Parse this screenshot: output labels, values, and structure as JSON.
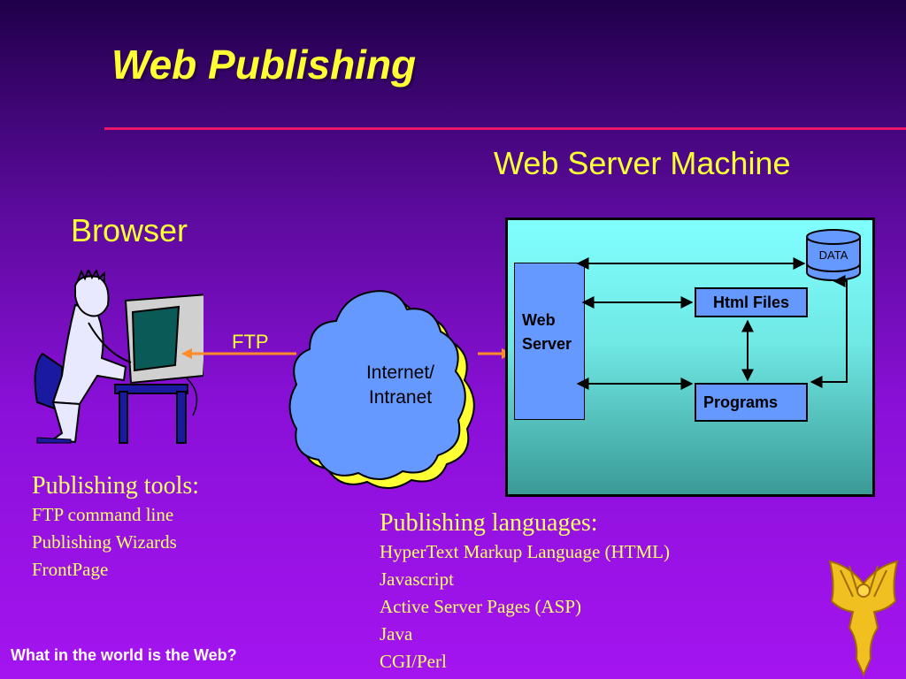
{
  "slide": {
    "title": "Web Publishing",
    "footer": "What in the world is the Web?"
  },
  "diagram": {
    "browser_label": "Browser",
    "server_machine_label": "Web Server Machine",
    "link_label": "FTP",
    "cloud_line1": "Internet/",
    "cloud_line2": "Intranet",
    "web_server_line1": "Web",
    "web_server_line2": "Server",
    "data_label": "DATA",
    "html_files_label": "Html Files",
    "programs_label": "Programs"
  },
  "tools": {
    "heading": "Publishing tools:",
    "items": [
      "FTP command line",
      "Publishing Wizards",
      "FrontPage"
    ]
  },
  "languages": {
    "heading": "Publishing languages:",
    "items": [
      "HyperText Markup Language (HTML)",
      "Javascript",
      "Active Server Pages (ASP)",
      "Java",
      "CGI/Perl"
    ]
  },
  "colors": {
    "title": "#ffff33",
    "accent_rule": "#e8156a",
    "cloud": "#6699ff",
    "cloud_shadow": "#ffff33",
    "box_fill": "#6699ff"
  }
}
